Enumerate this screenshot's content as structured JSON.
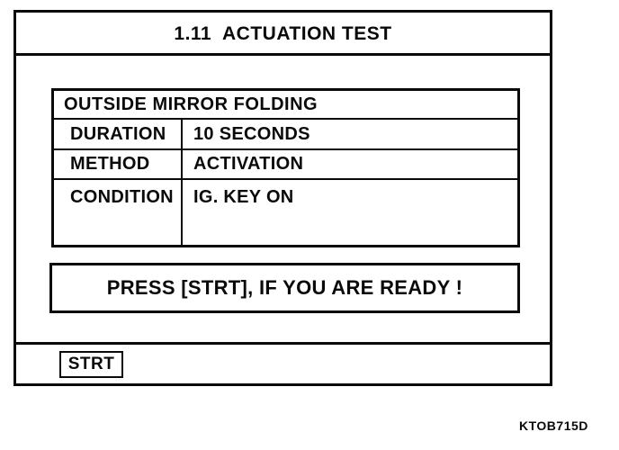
{
  "window": {
    "title": "1.11  ACTUATION TEST"
  },
  "test": {
    "name": "OUTSIDE MIRROR FOLDING",
    "rows": [
      {
        "label": "DURATION",
        "value": "10 SECONDS"
      },
      {
        "label": "METHOD",
        "value": "ACTIVATION"
      },
      {
        "label": "CONDITION",
        "value": "IG. KEY ON"
      }
    ]
  },
  "message": "PRESS [STRT], IF YOU ARE READY !",
  "buttons": {
    "start": "STRT"
  },
  "figure_code": "KTOB715D",
  "colors": {
    "foreground": "#0a0a0a",
    "background": "#ffffff"
  }
}
